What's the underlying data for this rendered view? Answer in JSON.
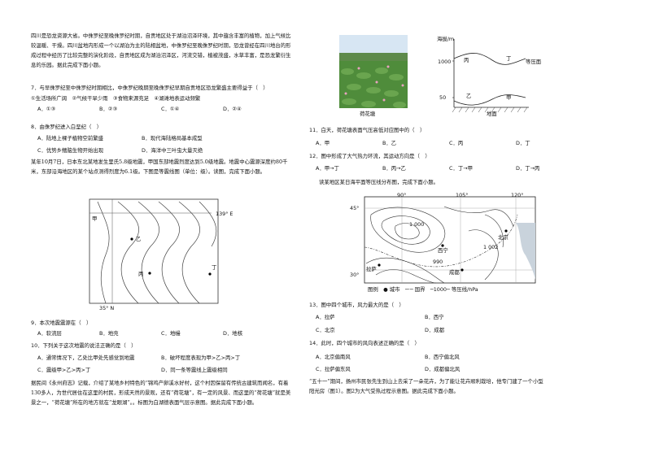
{
  "left": {
    "intro": "四川是恐龙资源大省。中侏罗纪至晚侏罗纪时期，自贡地区处于湖泊沼泽环境，其中蕴含丰富的植物，加上气候比较温暖、干燥。四川盆地内形成一个以湖泊为主的陆相盆地，中侏罗纪至晚侏罗纪时期，恐龙曾经在四川地台的形成过程中经历了比较完整的演化阶段，自贡地区成为湖泊沼泽区，河流交错，植被茂盛，水草丰富，是恐龙繁衍生息的乐园。据此完成下面小题。",
    "q7": {
      "stem": "7．与早侏罗纪至中侏罗纪时期相比，中侏罗纪晚期至晚侏罗纪早期自贡地区恐龙繁盛主要得益于（　）",
      "line": "①生活场所广阔　②气候干旱少雨　③食物来源充足　④湖滩地表运动频繁",
      "A": "A．①③",
      "B": "B．②③",
      "C": "C．①④",
      "D": "D．②④"
    },
    "q8": {
      "stem": "8．由侏罗纪进入白垩纪（　）",
      "A": "A．陆地上裸子植物空前繁盛",
      "B": "B．现代海陆格局基本成型",
      "C": "C．优势乡鳍脑生物开始出现",
      "D": "D．海洋中三叶虫大量灭绝"
    },
    "quake_intro": "某年10月7日，日本东北某地发生里氏5.8级地震，甲国东部地震烈度达到5.0级地震。地震中心震源深度约80千米，东部沿海地区的某个站点测得烈度为6.1级。下图是等震线图（单位：级）。读图，完成下面小题。",
    "map": {
      "label_jia": "甲",
      "label_yi": "乙",
      "label_bing": "丙",
      "label_ding": "丁",
      "lon": "139° E",
      "lat": "35° N"
    },
    "q9": {
      "stem": "9．本次地震震源在（　）",
      "A": "A．软流层",
      "B": "B．地壳",
      "C": "C．地幔",
      "D": "D．地核"
    },
    "q10": {
      "stem": "10．下列关于这次地震的说法正确的是（　）",
      "A": "A．通常情况下，乙处比甲处先感觉到地震",
      "B": "B．破坏程度表现为甲>乙>丙>丁",
      "C": "C．震级甲>乙>丙>丁",
      "D": "D．同一条等震线上震级相同"
    },
    "lotus_intro": "据民间《永州府志》记载，介绍了某地乡村特色的“锦鸡产卵溪水好村，这个村因保留有传统古建筑而闻名，有着130多人，为世代居住在这里的村民，形成天然的景观，还有“荷花塘”，有一定的风景、而这里的“荷花塘”就是美景之一，“荷花塘”所在的地方就在“龙眼湖”。。标图为白湖德表面气层示意图。据此完成下面小题。"
  },
  "right": {
    "photo_caption": "荷花塘",
    "section": {
      "y_axis": "海拔/m",
      "tick_1000": "1000",
      "tick_50": "50",
      "label_bing": "丙",
      "label_ding": "丁",
      "label_yi": "乙",
      "label_jia": "甲",
      "isobar_label": "等压面",
      "ground_label": "地面"
    },
    "q11": {
      "stem": "11．白天，荷花塘表面气压高低对应图中的（　）",
      "A": "A．甲",
      "B": "B．乙",
      "C": "C．丙",
      "D": "D．丁"
    },
    "q12": {
      "stem": "12．图中形成了大气热力环流，其运动方向是（　）",
      "A": "A．甲→丁",
      "B": "B．丙→乙",
      "C": "C．丁→甲",
      "D": "D．丁→丙"
    },
    "isobar_intro": "读某地区某日海平面等压线分布图，完成下面小题。",
    "isomap": {
      "lon_90": "90°",
      "lon_105": "105°",
      "lon_120": "120°",
      "lat_45": "45°",
      "lat_30": "30°",
      "city_beijing": "北京",
      "city_xining": "西宁",
      "city_lhasa": "拉萨",
      "city_chengdu": "成都",
      "isobar_1000": "1 000",
      "isobar_990": "990",
      "isobar_1002": "1 002",
      "legend": "图例　● 城市　─·─ 国界　─1000─ 等压线/hPa"
    },
    "q13": {
      "stem": "13．图中四个城市，风力最大的是（　）",
      "A": "A．拉萨",
      "B": "B．西宁",
      "C": "C．北京",
      "D": "D．成都"
    },
    "q14": {
      "stem": "14．此时，四个城市的风向表述正确的是（　）",
      "A": "A．北京偏南风",
      "B": "B．西宁偏北风",
      "C": "C．拉萨偏东风",
      "D": "D．成都偏北风"
    },
    "last_intro": "“五十一”期间，扬州市民张先生到山上去采了一朵花卉，为了能让花卉顺利栽培，他专门建了一个小型阳光房（图1）。图2为大气受热过程示意图。据此完成下面小题。"
  }
}
